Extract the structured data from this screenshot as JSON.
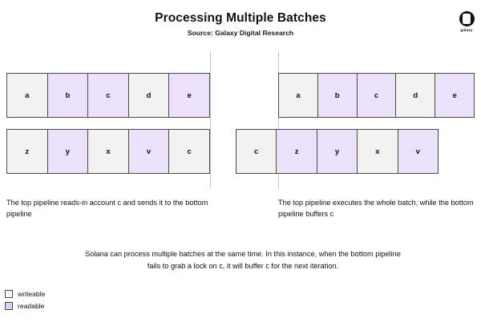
{
  "header": {
    "title": "Processing Multiple Batches",
    "subtitle": "Source: Galaxy Digital Research"
  },
  "logo": {
    "wordmark": "galaxy",
    "icon": "galaxy-logo-icon"
  },
  "colors": {
    "writeable": "#f2f2f0",
    "readable": "#ece1fa",
    "border": "#4a4a4a",
    "divider": "#c9c9c9",
    "text": "#111111",
    "background": "#ffffff"
  },
  "panels": [
    {
      "id": "left",
      "caption": "The top pipeline reads-in account c and sends it to the bottom pipeline",
      "rows": [
        {
          "id": "top-left-pipeline",
          "cells": [
            {
              "label": "a",
              "state": "writeable"
            },
            {
              "label": "b",
              "state": "readable"
            },
            {
              "label": "c",
              "state": "readable"
            },
            {
              "label": "d",
              "state": "writeable"
            },
            {
              "label": "e",
              "state": "readable"
            }
          ]
        },
        {
          "id": "bottom-left-pipeline",
          "cells": [
            {
              "label": "z",
              "state": "writeable"
            },
            {
              "label": "y",
              "state": "readable"
            },
            {
              "label": "x",
              "state": "writeable"
            },
            {
              "label": "v",
              "state": "readable"
            },
            {
              "label": "c",
              "state": "writeable"
            }
          ]
        }
      ]
    },
    {
      "id": "right",
      "caption": "The top pipeline executes the whole batch, while the bottom pipeline buffers c",
      "rows": [
        {
          "id": "top-right-pipeline",
          "cells": [
            {
              "label": "a",
              "state": "writeable"
            },
            {
              "label": "b",
              "state": "readable"
            },
            {
              "label": "c",
              "state": "readable"
            },
            {
              "label": "d",
              "state": "writeable"
            },
            {
              "label": "e",
              "state": "readable"
            }
          ]
        },
        {
          "id": "bottom-right-pipeline",
          "cells": [
            {
              "label": "c",
              "state": "writeable"
            },
            {
              "label": "z",
              "state": "readable"
            },
            {
              "label": "y",
              "state": "readable"
            },
            {
              "label": "x",
              "state": "writeable"
            },
            {
              "label": "v",
              "state": "readable"
            }
          ]
        }
      ]
    }
  ],
  "body_note": "Solana can process multiple batches at the same time. In this instance, when the bottom pipeline fails to grab a lock on c, it will buffer c for the next iteration.",
  "legend": [
    {
      "label": "writeable",
      "state": "writeable"
    },
    {
      "label": "readable",
      "state": "readable"
    }
  ]
}
